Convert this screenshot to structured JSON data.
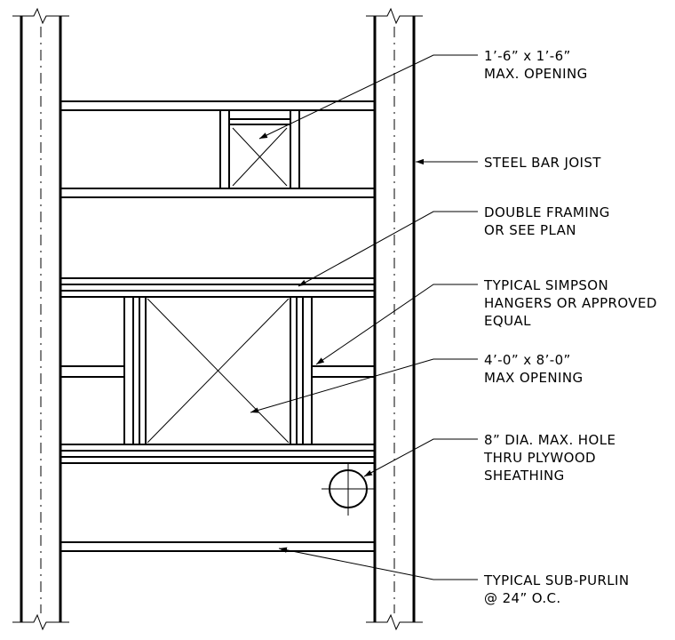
{
  "callouts": {
    "small_opening": [
      "1’-6” x 1’-6”",
      "MAX. OPENING"
    ],
    "steel_bar_joist": [
      "STEEL BAR JOIST"
    ],
    "double_framing": [
      "DOUBLE FRAMING",
      "OR SEE PLAN"
    ],
    "hangers": [
      "TYPICAL SIMPSON",
      "HANGERS OR APPROVED",
      "EQUAL"
    ],
    "large_opening": [
      "4’-0” x 8’-0”",
      "MAX OPENING"
    ],
    "hole": [
      "8” DIA. MAX. HOLE",
      "THRU PLYWOOD",
      "SHEATHING"
    ],
    "sub_purlin": [
      "TYPICAL SUB-PURLIN",
      "@ 24” O.C."
    ]
  }
}
